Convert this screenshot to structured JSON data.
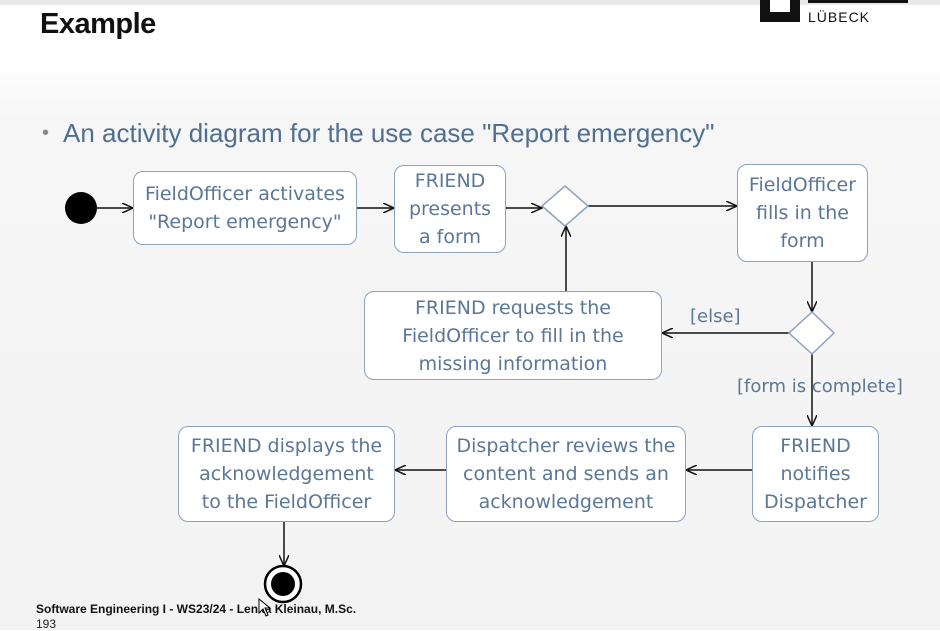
{
  "slide": {
    "title": "Example",
    "logo_text": "LÜBECK",
    "bullet": "An activity diagram for the use case \"Report emergency\"",
    "footer": "Software Engineering I - WS23/24 - Lenka Kleinau, M.Sc.",
    "page_number": "193"
  },
  "diagram": {
    "nodes": {
      "activate": [
        "FieldOfficer activates",
        "\"Report emergency\""
      ],
      "presents": [
        "FRIEND",
        "presents",
        "a form"
      ],
      "fills": [
        "FieldOfficer",
        "fills in the",
        "form"
      ],
      "requests": [
        "FRIEND requests the",
        "FieldOfficer to fill in the",
        "missing information"
      ],
      "notifies": [
        "FRIEND",
        "notifies",
        "Dispatcher"
      ],
      "reviews": [
        "Dispatcher reviews the",
        "content and sends an",
        "acknowledgement"
      ],
      "displays": [
        "FRIEND displays the",
        "acknowledgement",
        "to the FieldOfficer"
      ]
    },
    "guards": {
      "else": "[else]",
      "complete": "[form is complete]"
    }
  },
  "colors": {
    "node_border": "#8da2bd",
    "node_text": "#5b7797",
    "bullet_text": "#4f6f92",
    "flow_line": "#111111"
  }
}
